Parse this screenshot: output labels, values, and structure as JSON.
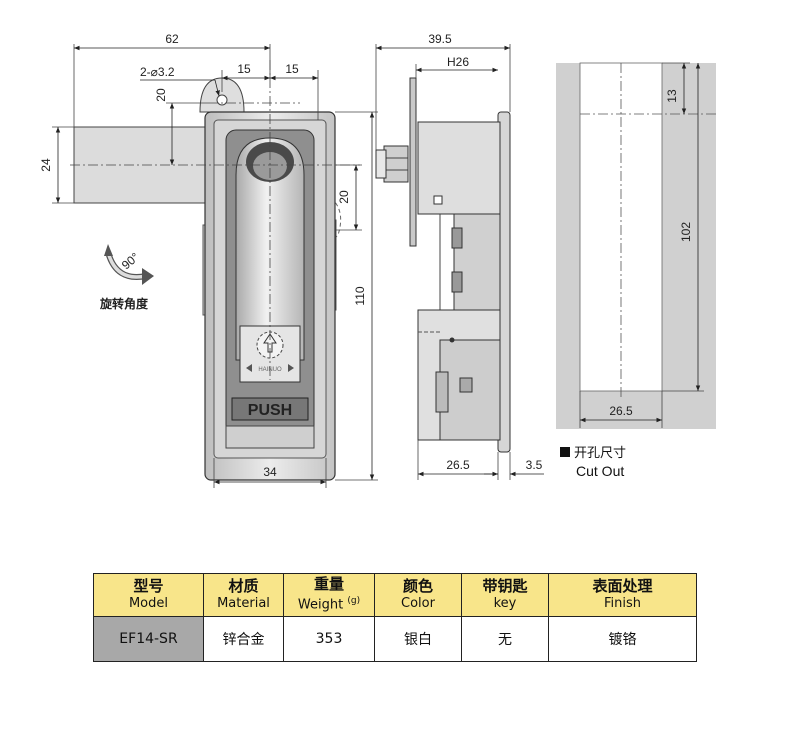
{
  "front_view": {
    "dim_width_top": "62",
    "dim_hole": "2-⌀3.2",
    "dim_15_left": "15",
    "dim_15_right": "15",
    "dim_20_top": "20",
    "dim_24": "24",
    "dim_20_right": "20",
    "dim_110": "110",
    "dim_34": "34",
    "rotation_angle": "90°",
    "rotation_label": "旋转角度",
    "push_label": "PUSH",
    "brand_mark": "HAINUO"
  },
  "side_view": {
    "dim_39_5": "39.5",
    "dim_h26": "H26",
    "dim_26_5": "26.5",
    "dim_3_5": "3.5"
  },
  "cutout": {
    "dim_13": "13",
    "dim_102": "102",
    "dim_26_5": "26.5",
    "legend_cn": "开孔尺寸",
    "legend_en": "Cut Out"
  },
  "spec_table": {
    "headers": [
      {
        "cn": "型号",
        "en": "Model"
      },
      {
        "cn": "材质",
        "en": "Material"
      },
      {
        "cn": "重量",
        "en": "Weight",
        "unit": "(g)"
      },
      {
        "cn": "颜色",
        "en": "Color"
      },
      {
        "cn": "带钥匙",
        "en": "key"
      },
      {
        "cn": "表面处理",
        "en": "Finish"
      }
    ],
    "row": [
      "EF14-SR",
      "锌合金",
      "353",
      "银白",
      "无",
      "镀铬"
    ]
  },
  "colors": {
    "header_bg": "#f8e58a",
    "model_cell_bg": "#a8a8a8",
    "metal": "#d9d9d9",
    "cutout_frame": "#d0d0d0"
  }
}
